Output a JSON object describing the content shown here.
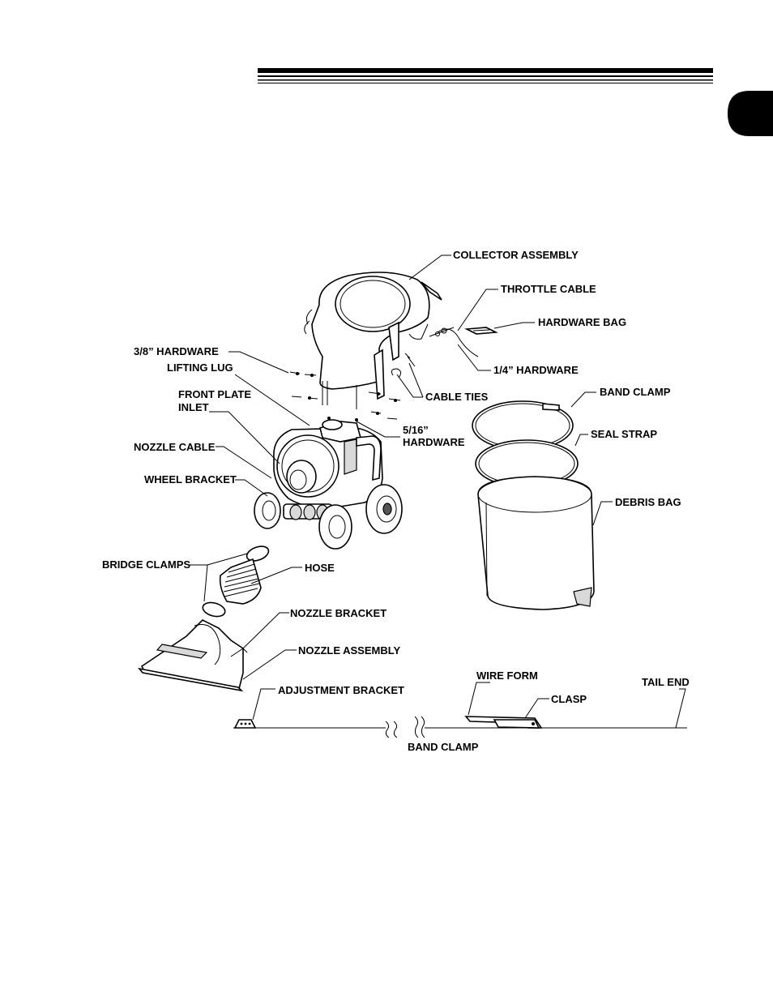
{
  "labels": {
    "collector_assembly": "COLLECTOR ASSEMBLY",
    "throttle_cable": "THROTTLE CABLE",
    "hardware_bag": "HARDWARE BAG",
    "hardware_38": "3/8” HARDWARE",
    "hardware_14": "1/4” HARDWARE",
    "lifting_lug": "LIFTING LUG",
    "cable_ties": "CABLE TIES",
    "band_clamp_top": "BAND CLAMP",
    "front_plate": "FRONT PLATE",
    "inlet": "INLET",
    "hardware_516_a": "5/16”",
    "hardware_516_b": "HARDWARE",
    "seal_strap": "SEAL STRAP",
    "nozzle_cable": "NOZZLE CABLE",
    "wheel_bracket": "WHEEL BRACKET",
    "debris_bag": "DEBRIS BAG",
    "bridge_clamps": "BRIDGE CLAMPS",
    "hose": "HOSE",
    "nozzle_bracket": "NOZZLE BRACKET",
    "nozzle_assembly": "NOZZLE ASSEMBLY",
    "adjustment_bracket": "ADJUSTMENT BRACKET",
    "wire_form": "WIRE FORM",
    "tail_end": "TAIL END",
    "clasp": "CLASP",
    "band_clamp_bottom": "BAND CLAMP"
  },
  "colors": {
    "ink": "#000000",
    "paper": "#ffffff",
    "tab": "#000000"
  }
}
